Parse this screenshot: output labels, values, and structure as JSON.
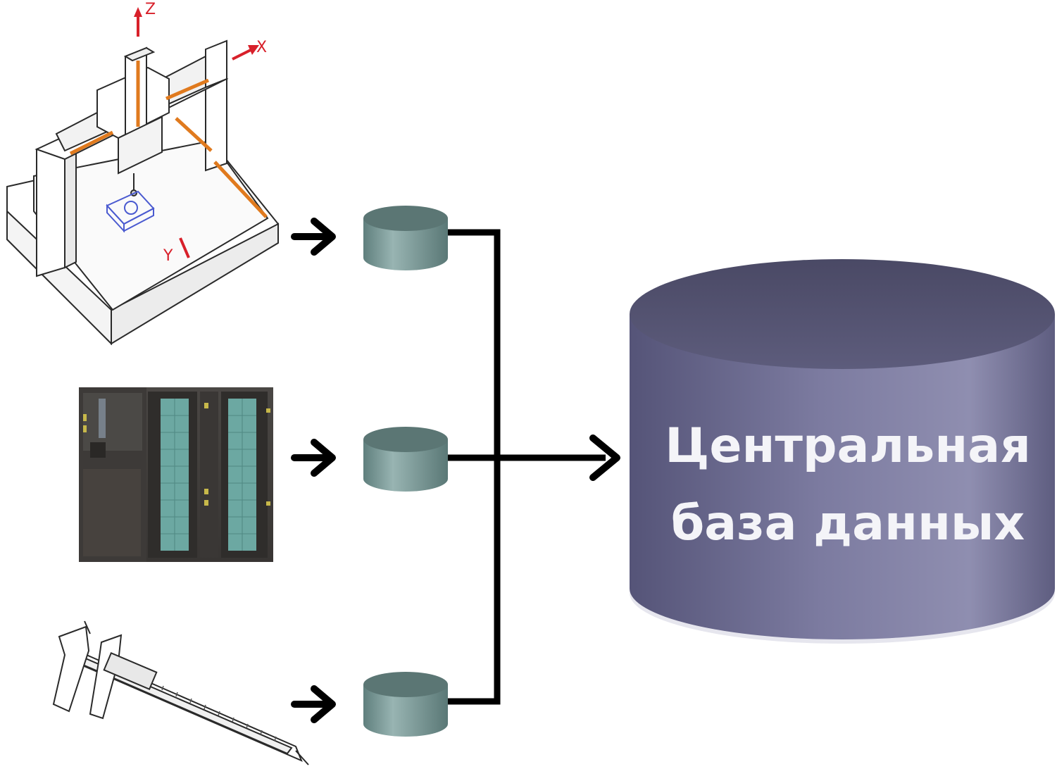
{
  "database": {
    "line1": "Центральная",
    "line2": "база данных"
  },
  "cmm_axes": {
    "z": "Z",
    "x": "X",
    "y": "Y"
  },
  "colors": {
    "node_fill": "#7f9e9c",
    "node_top": "#a6bfbd",
    "database_side": "#6b6a8f",
    "database_top": "#55546f",
    "connector": "#000000"
  },
  "icons": [
    "coordinate-measuring-machine-icon",
    "plc-controller-icon",
    "caliper-icon"
  ]
}
